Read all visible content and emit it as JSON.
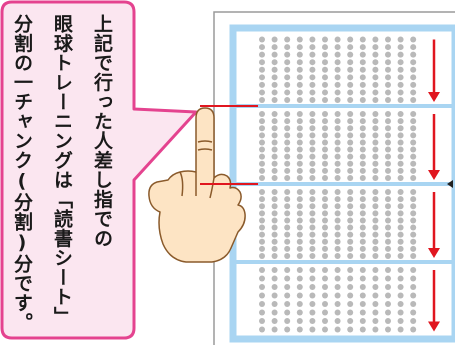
{
  "callout": {
    "line1": "上記で行った人差し指での",
    "line2": "眼球トレーニングは「読書シート」",
    "line3": "分割の一チャンク(分割)分です。"
  },
  "colors": {
    "callout_border": "#e4438f",
    "callout_fill": "#fbe6f0",
    "sheet_blue": "#a9d5f2",
    "dot": "#b9b9b9",
    "arrow": "#e0161f",
    "finger_skin": "#fde4c4",
    "finger_outline": "#8a5a2b"
  },
  "icons": [
    "pointing-hand-icon",
    "down-arrow-icon",
    "right-pointer-icon"
  ],
  "sheet": {
    "chunks": 4,
    "dot_columns": 13,
    "dot_rows_per_chunk": [
      9,
      10,
      10,
      8
    ]
  }
}
